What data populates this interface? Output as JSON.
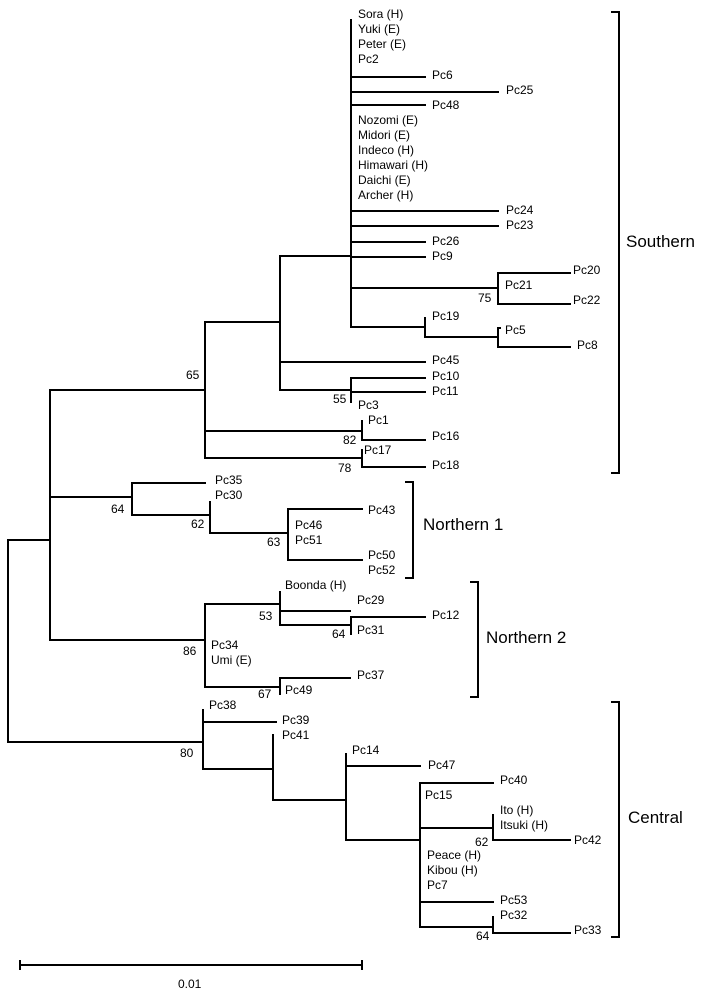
{
  "tips": {
    "sora": "Sora (H)",
    "yuki": "Yuki (E)",
    "peter": "Peter (E)",
    "pc2": "Pc2",
    "pc6": "Pc6",
    "pc25": "Pc25",
    "pc48": "Pc48",
    "nozomi": "Nozomi (E)",
    "midori": "Midori (E)",
    "indeco": "Indeco (H)",
    "himawari": "Himawari (H)",
    "daichi": "Daichi (E)",
    "archer": "Archer (H)",
    "pc24": "Pc24",
    "pc23": "Pc23",
    "pc26": "Pc26",
    "pc9": "Pc9",
    "pc20": "Pc20",
    "pc21": "Pc21",
    "pc22": "Pc22",
    "pc19": "Pc19",
    "pc5": "Pc5",
    "pc8": "Pc8",
    "pc45": "Pc45",
    "pc10": "Pc10",
    "pc11": "Pc11",
    "pc3": "Pc3",
    "pc1": "Pc1",
    "pc16": "Pc16",
    "pc17": "Pc17",
    "pc18": "Pc18",
    "pc35": "Pc35",
    "pc30": "Pc30",
    "pc43": "Pc43",
    "pc46": "Pc46",
    "pc51": "Pc51",
    "pc50": "Pc50",
    "pc52": "Pc52",
    "boonda": "Boonda (H)",
    "pc29": "Pc29",
    "pc12": "Pc12",
    "pc31": "Pc31",
    "pc34": "Pc34",
    "umi": "Umi (E)",
    "pc37": "Pc37",
    "pc49": "Pc49",
    "pc38": "Pc38",
    "pc39": "Pc39",
    "pc41": "Pc41",
    "pc14": "Pc14",
    "pc47": "Pc47",
    "pc40": "Pc40",
    "pc15": "Pc15",
    "ito": "Ito (H)",
    "itsuki": "Itsuki (H)",
    "pc42": "Pc42",
    "peace": "Peace (H)",
    "kibou": "Kibou (H)",
    "pc7": "Pc7",
    "pc53": "Pc53",
    "pc32": "Pc32",
    "pc33": "Pc33"
  },
  "bootstrap": {
    "b65": "65",
    "b55": "55",
    "b82": "82",
    "b78": "78",
    "b75": "75",
    "b64a": "64",
    "b62a": "62",
    "b63": "63",
    "b53": "53",
    "b64b": "64",
    "b86": "86",
    "b67": "67",
    "b80": "80",
    "b62b": "62",
    "b64c": "64"
  },
  "clades": {
    "southern": "Southern",
    "northern1": "Northern 1",
    "northern2": "Northern 2",
    "central": "Central"
  },
  "scale_bar": {
    "label": "0.01"
  }
}
